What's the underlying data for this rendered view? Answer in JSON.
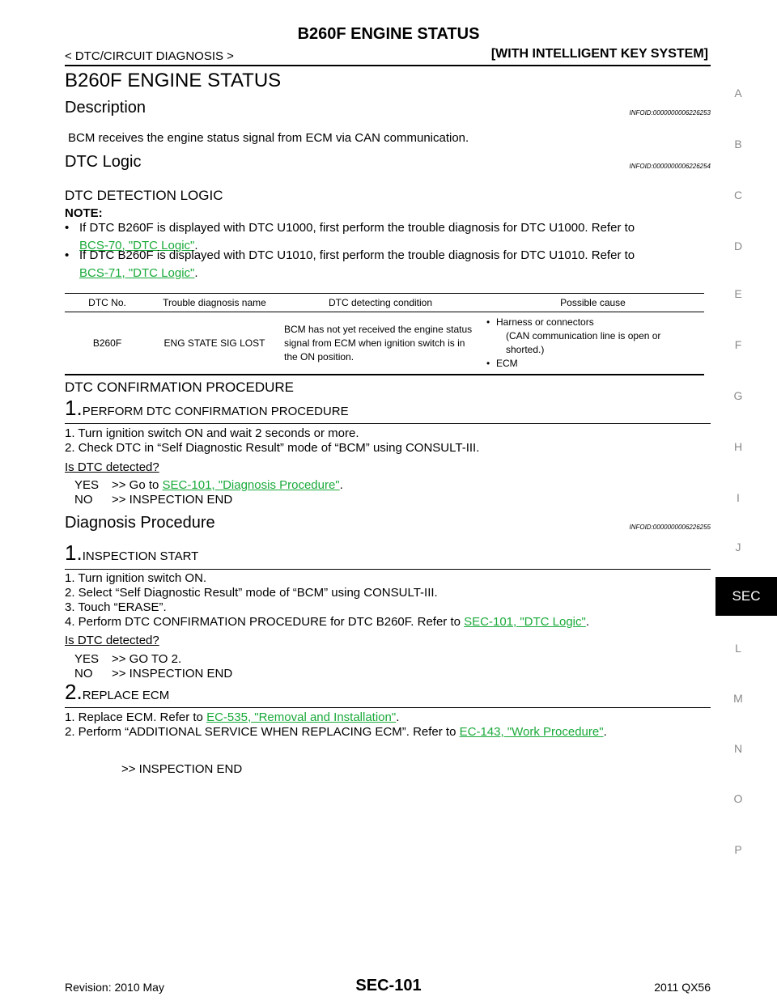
{
  "header": {
    "title": "B260F ENGINE STATUS",
    "left": "< DTC/CIRCUIT DIAGNOSIS >",
    "right": "[WITH INTELLIGENT KEY SYSTEM]"
  },
  "page_title": "B260F ENGINE STATUS",
  "description": {
    "heading": "Description",
    "infoid": "INFOID:0000000006226253",
    "text": "BCM receives the engine status signal from ECM via CAN communication."
  },
  "dtc_logic": {
    "heading": "DTC Logic",
    "infoid": "INFOID:0000000006226254",
    "subheading": "DTC DETECTION LOGIC",
    "note_label": "NOTE:",
    "notes": [
      {
        "text": "If DTC B260F is displayed with DTC U1000, first perform the trouble diagnosis for DTC U1000. Refer to",
        "link": "BCS-70, \"DTC Logic\"",
        "end": "."
      },
      {
        "text": "If DTC B260F is displayed with DTC U1010, first perform the trouble diagnosis for DTC U1010. Refer to",
        "link": "BCS-71, \"DTC Logic\"",
        "end": "."
      }
    ],
    "table": {
      "headers": [
        "DTC No.",
        "Trouble diagnosis name",
        "DTC detecting condition",
        "Possible cause"
      ],
      "row": {
        "dtc": "B260F",
        "name": "ENG STATE SIG LOST",
        "condition": "BCM has not yet received the engine status signal from ECM when ignition switch is in the ON position.",
        "causes": [
          "Harness or connectors",
          "(CAN communication line is open or shorted.)",
          "ECM"
        ]
      }
    }
  },
  "confirmation": {
    "heading": "DTC CONFIRMATION PROCEDURE",
    "step_num": "1.",
    "step_title": "PERFORM DTC CONFIRMATION PROCEDURE",
    "items": [
      "1.  Turn ignition switch ON and wait 2 seconds or more.",
      "2.  Check DTC in “Self Diagnostic Result” mode of “BCM” using CONSULT-III."
    ],
    "question": "Is DTC detected?",
    "yes": "YES",
    "yes_text": ">> Go to",
    "yes_link": "SEC-101, \"Diagnosis Procedure\"",
    "no": "NO",
    "no_text": ">> INSPECTION END"
  },
  "diagnosis": {
    "heading": "Diagnosis Procedure",
    "infoid": "INFOID:0000000006226255",
    "step1_num": "1.",
    "step1_title": "INSPECTION START",
    "step1_items": [
      "1.  Turn ignition switch ON.",
      "2.  Select “Self Diagnostic Result” mode of “BCM” using CONSULT-III.",
      "3.  Touch “ERASE”."
    ],
    "step1_item4": "4.  Perform DTC CONFIRMATION PROCEDURE for DTC B260F. Refer to",
    "step1_item4_link": "SEC-101, \"DTC Logic\"",
    "question": "Is DTC detected?",
    "yes": "YES",
    "yes_text": ">> GO TO 2.",
    "no": "NO",
    "no_text": ">> INSPECTION END",
    "step2_num": "2.",
    "step2_title": "REPLACE ECM",
    "step2_item1": "1.  Replace ECM. Refer to",
    "step2_item1_link": "EC-535, \"Removal and Installation\"",
    "step2_item2": "2.  Perform “ADDITIONAL SERVICE WHEN REPLACING ECM”. Refer to",
    "step2_item2_link": "EC-143, \"Work Procedure\"",
    "final": ">> INSPECTION END"
  },
  "side_index": [
    "A",
    "B",
    "C",
    "D",
    "E",
    "F",
    "G",
    "H",
    "I",
    "J",
    "SEC",
    "L",
    "M",
    "N",
    "O",
    "P"
  ],
  "footer": {
    "revision": "Revision: 2010 May",
    "page": "SEC-101",
    "model": "2011 QX56"
  }
}
